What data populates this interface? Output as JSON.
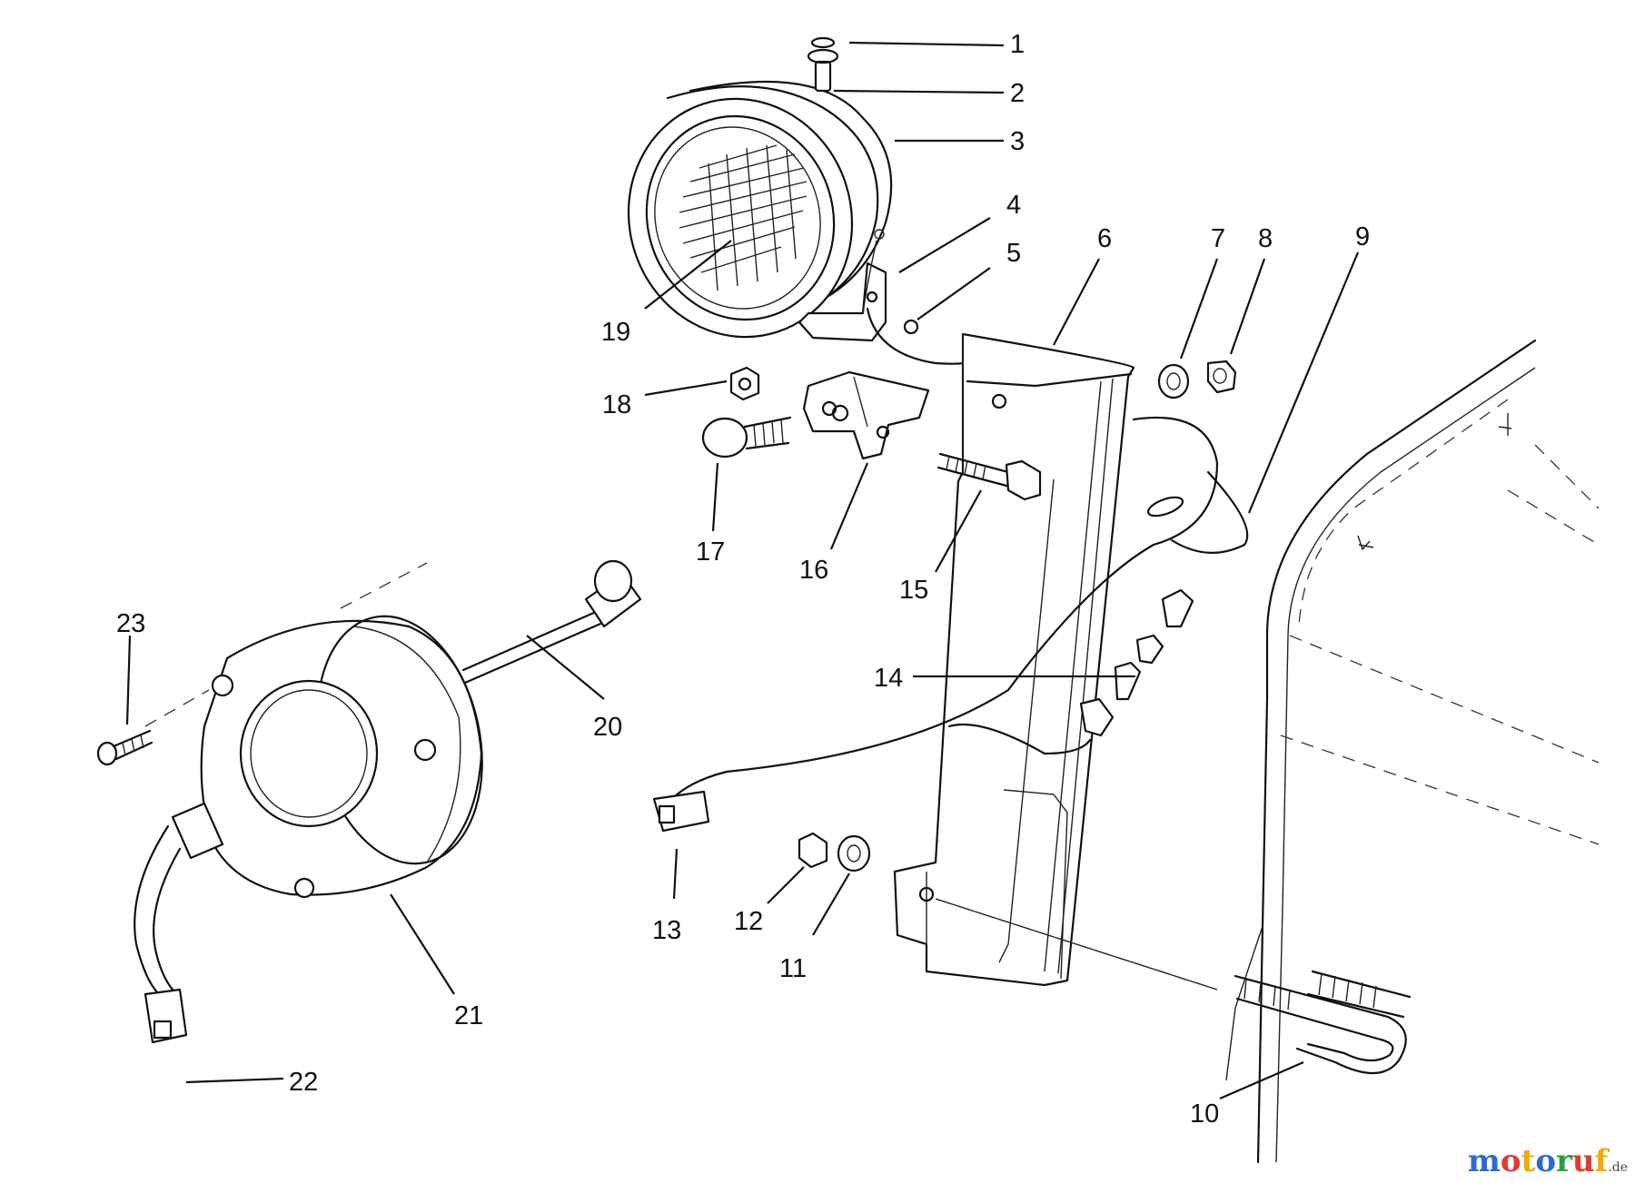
{
  "callouts": [
    {
      "id": "1",
      "label": "1"
    },
    {
      "id": "2",
      "label": "2"
    },
    {
      "id": "3",
      "label": "3"
    },
    {
      "id": "4",
      "label": "4"
    },
    {
      "id": "5",
      "label": "5"
    },
    {
      "id": "6",
      "label": "6"
    },
    {
      "id": "7",
      "label": "7"
    },
    {
      "id": "8",
      "label": "8"
    },
    {
      "id": "9",
      "label": "9"
    },
    {
      "id": "10",
      "label": "10"
    },
    {
      "id": "11",
      "label": "11"
    },
    {
      "id": "12",
      "label": "12"
    },
    {
      "id": "13",
      "label": "13"
    },
    {
      "id": "14",
      "label": "14"
    },
    {
      "id": "15",
      "label": "15"
    },
    {
      "id": "16",
      "label": "16"
    },
    {
      "id": "17",
      "label": "17"
    },
    {
      "id": "18",
      "label": "18"
    },
    {
      "id": "19",
      "label": "19"
    },
    {
      "id": "20",
      "label": "20"
    },
    {
      "id": "21",
      "label": "21"
    },
    {
      "id": "22",
      "label": "22"
    },
    {
      "id": "23",
      "label": "23"
    }
  ],
  "watermark": {
    "text": "motoruf",
    "suffix": ".de",
    "letter_colors": [
      "#2a6bd1",
      "#e23b2e",
      "#f2a900",
      "#2a6bd1",
      "#2e9e44",
      "#e23b2e",
      "#f2a900"
    ]
  }
}
